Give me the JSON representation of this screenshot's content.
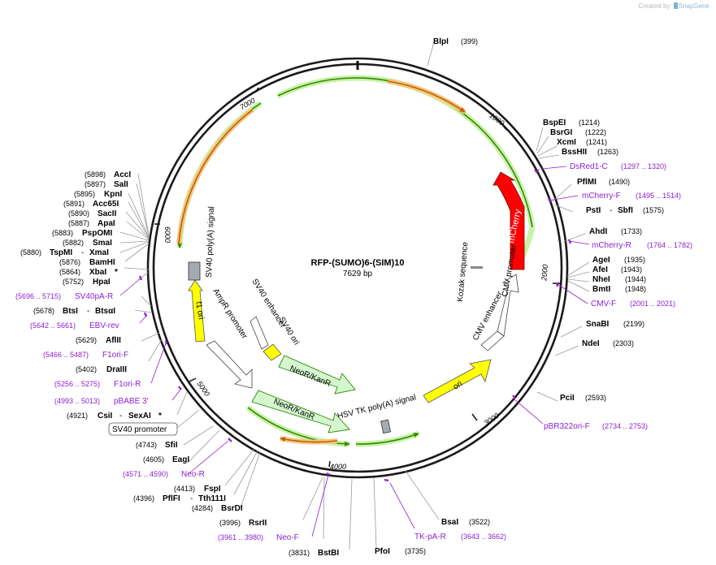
{
  "credit": {
    "prefix": "Created by",
    "brand": "SnapGene"
  },
  "center": {
    "name": "RFP-(SUMO)6-(SIM)10",
    "length": "7629 bp"
  },
  "ticks": [
    "1000",
    "2000",
    "3000",
    "4000",
    "5000",
    "6000",
    "7000"
  ],
  "features": {
    "mCherry": "mCherry",
    "f1ori": "f1 ori",
    "ori": "ori",
    "sv40polyA": "SV40 poly(A) signal",
    "amprPromoter": "AmpR promoter",
    "sv40enhancer": "SV40 enhancer",
    "sv40ori": "SV40 ori",
    "neoRkanR1": "NeoR/KanR",
    "neoRkanR2": "NeoR/KanR",
    "hsvtk": "HSV TK poly(A) signal",
    "kozak": "Kozak sequence",
    "cmvEnhancer": "CMV enhancer",
    "cmvPromoter": "CMV promoter"
  },
  "labels": {
    "blpI": {
      "name": "BlpI",
      "pos": "(399)"
    },
    "bspEI": {
      "name": "BspEI",
      "pos": "(1214)"
    },
    "bsrGI": {
      "name": "BsrGI",
      "pos": "(1222)"
    },
    "xcmI": {
      "name": "XcmI",
      "pos": "(1241)"
    },
    "bssHII": {
      "name": "BssHII",
      "pos": "(1263)"
    },
    "dsred1C": {
      "name": "DsRed1-C",
      "pos": "(1297 .. 1320)"
    },
    "pflMI": {
      "name": "PflMI",
      "pos": "(1490)"
    },
    "mCherryF": {
      "name": "mCherry-F",
      "pos": "(1495 .. 1514)"
    },
    "pstI": {
      "name": "PstI",
      "sep": "-",
      "name2": "SbfI",
      "pos": "(1575)"
    },
    "ahdI": {
      "name": "AhdI",
      "pos": "(1733)"
    },
    "mCherryR": {
      "name": "mCherry-R",
      "pos": "(1764 .. 1782)"
    },
    "ageI": {
      "name": "AgeI",
      "pos": "(1935)"
    },
    "afeI": {
      "name": "AfeI",
      "pos": "(1943)"
    },
    "nheI": {
      "name": "NheI",
      "pos": "(1944)"
    },
    "bmtI": {
      "name": "BmtI",
      "pos": "(1948)"
    },
    "cmvF": {
      "name": "CMV-F",
      "pos": "(2001 .. 2021)"
    },
    "snaBI": {
      "name": "SnaBI",
      "pos": "(2199)"
    },
    "ndeI": {
      "name": "NdeI",
      "pos": "(2303)"
    },
    "pciI": {
      "name": "PciI",
      "pos": "(2593)"
    },
    "pBR322oriF": {
      "name": "pBR322ori-F",
      "pos": "(2734 .. 2753)"
    },
    "bsaI": {
      "name": "BsaI",
      "pos": "(3522)"
    },
    "tkpAR": {
      "name": "TK-pA-R",
      "pos": "(3643 .. 3662)"
    },
    "pfoI": {
      "name": "PfoI",
      "pos": "(3735)"
    },
    "bstBI": {
      "name": "BstBI",
      "pos": "(3831)"
    },
    "neoF": {
      "name": "Neo-F",
      "pos": "(3961 .. 3980)"
    },
    "rsrII": {
      "name": "RsrII",
      "pos": "(3996)"
    },
    "bsrDI": {
      "name": "BsrDI",
      "pos": "(4284)"
    },
    "pflFI": {
      "name": "PflFI",
      "sep": "-",
      "name2": "Tth111I",
      "pos": "(4396)"
    },
    "fspI": {
      "name": "FspI",
      "pos": "(4413)"
    },
    "neoR": {
      "name": "Neo-R",
      "pos": "(4571 .. 4590)"
    },
    "eagI": {
      "name": "EagI",
      "pos": "(4605)"
    },
    "sfiI": {
      "name": "SfiI",
      "pos": "(4743)"
    },
    "sv40promoter": {
      "name": "SV40 promoter"
    },
    "csiI": {
      "name": "CsiI",
      "sep": "-",
      "name2": "SexAI",
      "star": "*",
      "pos": "(4921)"
    },
    "pBABE3": {
      "name": "pBABE 3'",
      "pos": "(4993 .. 5013)"
    },
    "f1oriR": {
      "name": "F1ori-R",
      "pos": "(5256 .. 5275)"
    },
    "draIII": {
      "name": "DraIII",
      "pos": "(5402)"
    },
    "f1oriF": {
      "name": "F1ori-F",
      "pos": "(5466 .. 5487)"
    },
    "aflII": {
      "name": "AflII",
      "pos": "(5629)"
    },
    "ebvRev": {
      "name": "EBV-rev",
      "pos": "(5642 .. 5661)"
    },
    "btsI": {
      "name": "BtsI",
      "sep": "-",
      "name2": "BtsαI",
      "pos": "(5678)"
    },
    "sv40pAR": {
      "name": "SV40pA-R",
      "pos": "(5696 .. 5715)"
    },
    "hpaI": {
      "name": "HpaI",
      "pos": "(5752)"
    },
    "xbaI": {
      "name": "XbaI",
      "star": "*",
      "pos": "(5864)"
    },
    "bamHI": {
      "name": "BamHI",
      "pos": "(5876)"
    },
    "tspMI": {
      "name": "TspMI",
      "sep": "-",
      "name2": "XmaI",
      "pos": "(5880)"
    },
    "smaI": {
      "name": "SmaI",
      "pos": "(5882)"
    },
    "pspOMI": {
      "name": "PspOMI",
      "pos": "(5883)"
    },
    "apaI": {
      "name": "ApaI",
      "pos": "(5887)"
    },
    "sacII": {
      "name": "SacII",
      "pos": "(5890)"
    },
    "acc65I": {
      "name": "Acc65I",
      "pos": "(5891)"
    },
    "kpnI": {
      "name": "KpnI",
      "pos": "(5895)"
    },
    "salI": {
      "name": "SalI",
      "pos": "(5897)"
    },
    "accI": {
      "name": "AccI",
      "pos": "(5898)"
    }
  },
  "colors": {
    "backbone": "#1a1a1a",
    "mCherry": "#ff0000",
    "ori": "#ffff00",
    "neo": "#d4f7d0",
    "neoGlow": "#9ee07a",
    "green": "#2f8a00",
    "orange": "#b96500",
    "primer": "#8b1fcf",
    "feature": "#ffffff"
  }
}
